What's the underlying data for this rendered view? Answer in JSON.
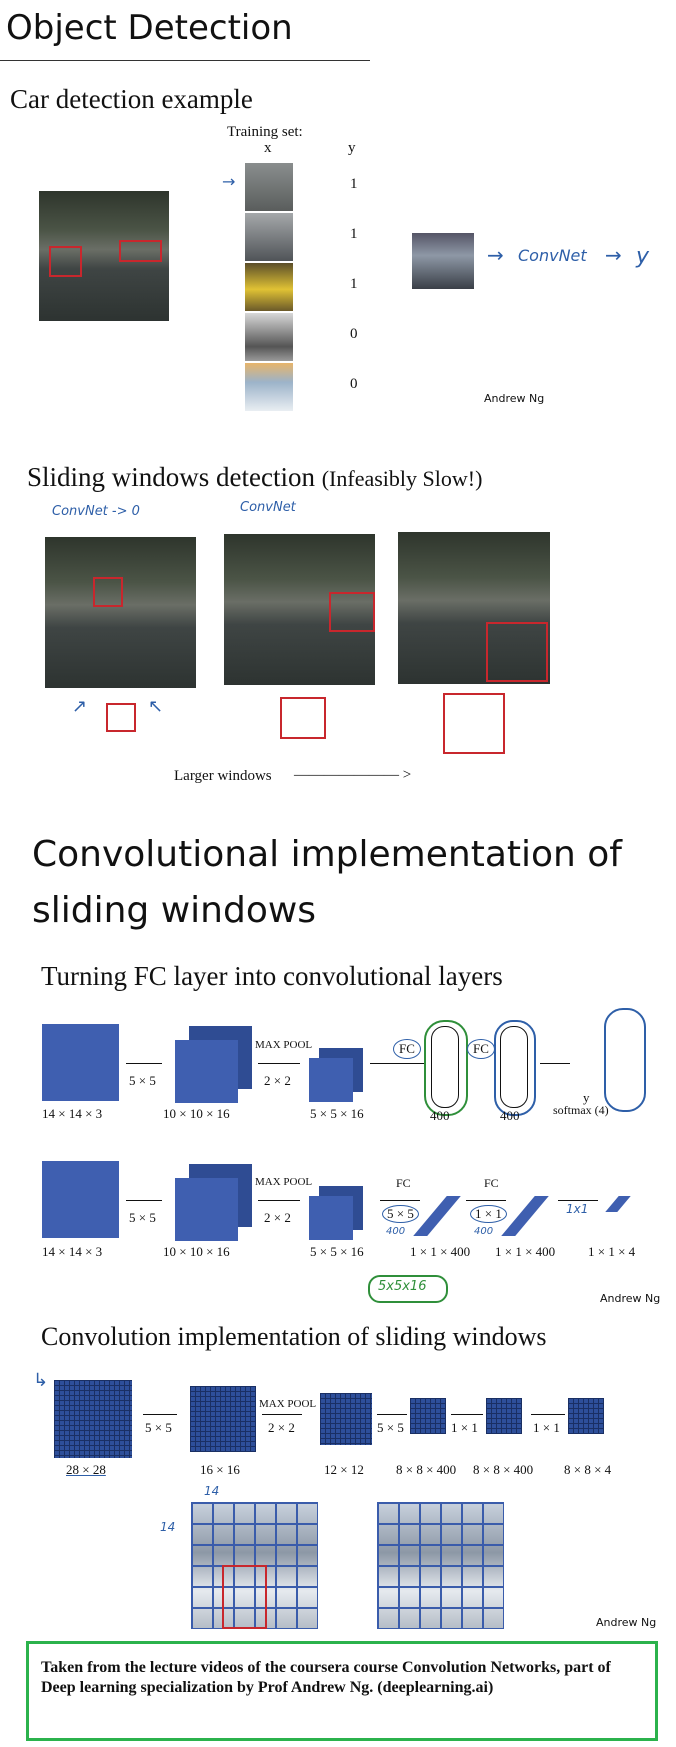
{
  "slide1": {
    "title": "Object Detection",
    "subtitle": "Car detection example",
    "training_set_label": "Training set:",
    "col_x": "x",
    "col_y": "y",
    "y_values": [
      "1",
      "1",
      "1",
      "0",
      "0"
    ],
    "convnet_note": "ConvNet",
    "output_note": "y",
    "author": "Andrew Ng"
  },
  "slide2": {
    "title": "Sliding windows detection",
    "title_note": "(Infeasibly Slow!)",
    "note1": "ConvNet -> 0",
    "note2": "ConvNet",
    "larger_windows": "Larger windows",
    "arrow": "——————— >"
  },
  "slide3": {
    "title": "Convolutional implementation of sliding windows"
  },
  "slide4": {
    "title": "Turning FC layer into convolutional layers",
    "row1": {
      "dims": [
        "14 × 14 × 3",
        "10 × 10 × 16",
        "5 × 5 × 16",
        "400",
        "400"
      ],
      "ops": [
        "5 × 5",
        "MAX POOL",
        "2 × 2",
        "FC",
        "FC"
      ],
      "y_label": "y",
      "softmax": "softmax (4)"
    },
    "row2": {
      "dims": [
        "14 × 14 × 3",
        "10 × 10 × 16",
        "5 × 5 × 16",
        "1 × 1 × 400",
        "1 × 1 × 400",
        "1 × 1 × 4"
      ],
      "ops": [
        "5 × 5",
        "MAX POOL",
        "2 × 2",
        "FC",
        "5 × 5",
        "FC",
        "1 × 1",
        "1x1"
      ],
      "notes": [
        "400",
        "400",
        "5x5x16"
      ]
    },
    "author": "Andrew Ng"
  },
  "slide5": {
    "title": "Convolution implementation of sliding windows",
    "dims": [
      "28 × 28",
      "16 × 16",
      "12 × 12",
      "8 × 8 × 400",
      "8 × 8 × 400",
      "8 × 8 × 4"
    ],
    "ops": [
      "5 × 5",
      "MAX POOL",
      "2 × 2",
      "5 × 5",
      "1 × 1",
      "1 × 1"
    ],
    "notes": [
      "14",
      "14"
    ],
    "author": "Andrew Ng"
  },
  "caption": {
    "text": "Taken from the lecture videos of the coursera course Convolution Networks, part of Deep learning specialization by Prof Andrew Ng. (deeplearning.ai)"
  },
  "colors": {
    "cube_blue": "#3f5fb0",
    "ink_blue": "#2e5fa8",
    "red_box": "#c8272d",
    "frame_green": "#2bb24c",
    "note_green": "#2f8f3a"
  }
}
